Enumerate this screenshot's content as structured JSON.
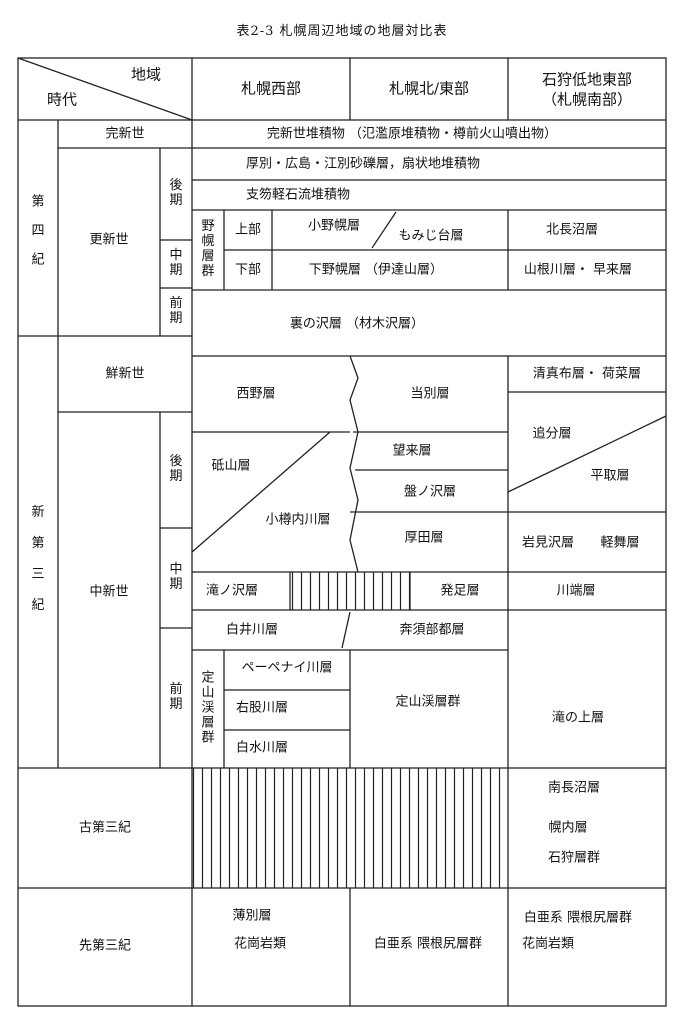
{
  "caption": "表2-3 札幌周辺地域の地層対比表",
  "header": {
    "region_label": "地域",
    "era_label": "時代",
    "col_west": "札幌西部",
    "col_northeast": "札幌北/東部",
    "col_ishikari_1": "石狩低地東部",
    "col_ishikari_2": "（札幌南部）"
  },
  "periods": {
    "quaternary": [
      "第",
      "四",
      "紀"
    ],
    "neogene": [
      "新",
      "第",
      "三",
      "紀"
    ],
    "paleogene": "古第三紀",
    "pre_tertiary": "先第三紀"
  },
  "epochs": {
    "holocene": "完新世",
    "pleistocene": "更新世",
    "pliocene": "鮮新世",
    "miocene": "中新世"
  },
  "subepochs": {
    "late": [
      "後",
      "期"
    ],
    "middle": [
      "中",
      "期"
    ],
    "early": [
      "前",
      "期"
    ]
  },
  "groups": {
    "nopporo": [
      "野",
      "幌",
      "層",
      "群"
    ],
    "nopporo_upper": "上部",
    "nopporo_lower": "下部",
    "jozankei": [
      "定",
      "山",
      "渓",
      "層",
      "群"
    ]
  },
  "formations": {
    "holocene_deposits": "完新世堆積物 （氾濫原堆積物・樽前火山噴出物）",
    "atsubetsu_gravel": "厚別・広島・江別砂礫層，扇状地堆積物",
    "shikotsu_pyroclastic": "支笏軽石流堆積物",
    "onoppo": "小野幌層",
    "momijidai": "もみじ台層",
    "kitanaganuma": "北長沼層",
    "shimonopporo": "下野幌層 （伊達山層）",
    "yamanekawa": "山根川層・ 早来層",
    "uranosawa": "裏の沢層 （材木沢層）",
    "nishino": "西野層",
    "tobetsu": "当別層",
    "kiyomappu": "清真布層・ 荷菜層",
    "oiwake": "追分層",
    "hiratori": "平取層",
    "toyama": "砥山層",
    "bourai": "望来層",
    "banonosawa": "盤ノ沢層",
    "kotarunaigawa": "小樽内川層",
    "atsuta": "厚田層",
    "iwamisawa": "岩見沢層",
    "karumai": "軽舞層",
    "takinosawa": "滝ノ沢層",
    "hattari": "発足層",
    "kawabata": "川端層",
    "shiraikawa": "白井川層",
    "honsubetsu": "奔須部都層",
    "peepenaikawa": "ペーペナイ川層",
    "migimatagawa": "右股川層",
    "shiromizugawa": "白水川層",
    "jozankei_group": "定山渓層群",
    "takinoue": "滝の上層",
    "minaminaganuma": "南長沼層",
    "horonai": "幌内層",
    "ishikari_group": "石狩層群",
    "usubetsu": "薄別層",
    "granite_w": "花崗岩類",
    "cretaceous_ne": "白亜系 隈根尻層群",
    "cretaceous_se": "白亜系 隈根尻層群",
    "granite_se": "花崗岩類"
  }
}
